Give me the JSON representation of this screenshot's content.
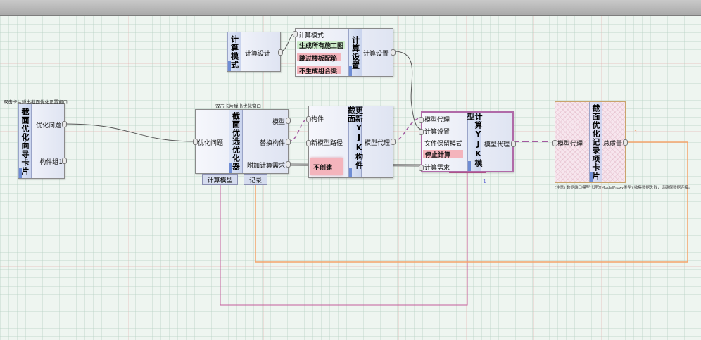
{
  "colors": {
    "accent_blue": "#6f8dd4",
    "wire_gray": "#555555",
    "wire_pink": "#c45d9b",
    "wire_orange": "#f4a36b",
    "wire_purple_dash": "#a25aa0",
    "tag_green": "#cfeecd",
    "tag_red": "#f4b4bc"
  },
  "notes": {
    "optimize_wizard_hint": "双击卡片弹出截面优化设置窗口",
    "optimizer_hint": "双击卡片弹出优化窗口",
    "record_hint": "(注意) 数据端口模型代理的ModelProxy类型) 收集数据失败，请确保数据连接。"
  },
  "nodes": {
    "calc_mode": {
      "title": "计算模式",
      "outputs": [
        "计算设计"
      ]
    },
    "calc_settings": {
      "title": "计算设置",
      "inputs": [
        "计算模式"
      ],
      "options": [
        "生成所有施工图",
        "跳过楼板配筋",
        "不生成组合梁"
      ],
      "outputs": [
        "计算设置"
      ]
    },
    "optimize_wizard": {
      "title": "截面优化向导卡片",
      "outputs": [
        "优化问题",
        "构件组1"
      ]
    },
    "optimizer": {
      "title": "截面优选优化器",
      "inputs": [
        "优化问题"
      ],
      "outputs": [
        "模型",
        "替换构件",
        "附加计算需求"
      ],
      "tabs": [
        "计算模型",
        "记录"
      ]
    },
    "update_yjk": {
      "title": "更新YJK构件截面",
      "inputs": [
        "构件",
        "新模型路径"
      ],
      "flag": "不创建",
      "outputs": [
        "模型代理"
      ]
    },
    "calc_yjk": {
      "title": "计算YJK模型",
      "inputs": [
        "模型代理",
        "计算设置",
        "文件保留模式"
      ],
      "stop": "停止计算",
      "input_last": "计算需求",
      "outputs": [
        "模型代理"
      ],
      "count": "1"
    },
    "record_card": {
      "title": "截面优化记录项卡片",
      "inputs": [
        "模型代理"
      ],
      "outputs": [
        "总质量"
      ],
      "count": "1"
    }
  }
}
